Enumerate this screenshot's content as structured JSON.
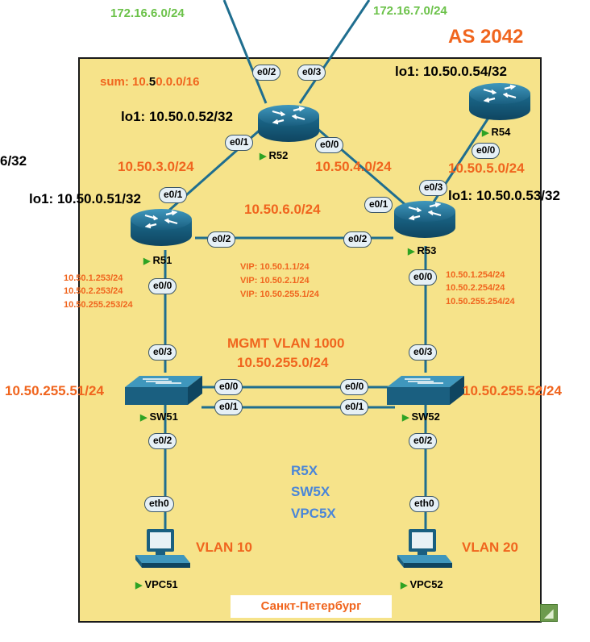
{
  "as_label": "AS 2042",
  "summary": {
    "prefix": "sum: 10.",
    "highlight": "5",
    "suffix": "0.0.0/16"
  },
  "external_networks": {
    "left": "172.16.6.0/24",
    "right": "172.16.7.0/24"
  },
  "edge_fragment": "6/32",
  "routers": {
    "r51": {
      "name": "R51",
      "loopback": "lo1: 10.50.0.51/32"
    },
    "r52": {
      "name": "R52",
      "loopback": "lo1: 10.50.0.52/32"
    },
    "r53": {
      "name": "R53",
      "loopback": "lo1: 10.50.0.53/32"
    },
    "r54": {
      "name": "R54",
      "loopback": "lo1: 10.50.0.54/32"
    }
  },
  "switches": {
    "sw51": {
      "name": "SW51",
      "mgmt_ip": "10.50.255.51/24"
    },
    "sw52": {
      "name": "SW52",
      "mgmt_ip": "10.50.255.52/24"
    }
  },
  "pcs": {
    "vpc51": {
      "name": "VPC51",
      "vlan": "VLAN 10"
    },
    "vpc52": {
      "name": "VPC52",
      "vlan": "VLAN 20"
    }
  },
  "subnets": {
    "r51_r52": "10.50.3.0/24",
    "r52_r53": "10.50.4.0/24",
    "r53_r54": "10.50.5.0/24",
    "r51_r53": "10.50.6.0/24"
  },
  "r51_downlink_ips": [
    "10.50.1.253/24",
    "10.50.2.253/24",
    "10.50.255.253/24"
  ],
  "r53_downlink_ips": [
    "10.50.1.254/24",
    "10.50.2.254/24",
    "10.50.255.254/24"
  ],
  "vips": [
    "VIP: 10.50.1.1/24",
    "VIP: 10.50.2.1/24",
    "VIP: 10.50.255.1/24"
  ],
  "mgmt_vlan": {
    "title": "MGMT VLAN 1000",
    "subnet": "10.50.255.0/24"
  },
  "legend": [
    "R5X",
    "SW5X",
    "VPC5X"
  ],
  "city": "Санкт-Петербург",
  "ports": {
    "r52_e02": "e0/2",
    "r52_e03": "e0/3",
    "r52_e01": "e0/1",
    "r52_e00": "e0/0",
    "r51_e01": "e0/1",
    "r51_e02": "e0/2",
    "r51_e00": "e0/0",
    "r53_e01": "e0/1",
    "r53_e03": "e0/3",
    "r53_e02": "e0/2",
    "r53_e00": "e0/0",
    "r54_e00": "e0/0",
    "sw51_e03": "e0/3",
    "sw51_e00": "e0/0",
    "sw51_e01": "e0/1",
    "sw51_e02": "e0/2",
    "sw52_e03": "e0/3",
    "sw52_e00": "e0/0",
    "sw52_e01": "e0/1",
    "sw52_e02": "e0/2",
    "vpc51_eth0": "eth0",
    "vpc52_eth0": "eth0"
  },
  "colors": {
    "area_fill": "#f6e38a",
    "accent_orange": "#f0651e",
    "accent_green": "#6cc24a",
    "accent_blue": "#4a86d8",
    "device_blue": "#1f6e8f"
  }
}
